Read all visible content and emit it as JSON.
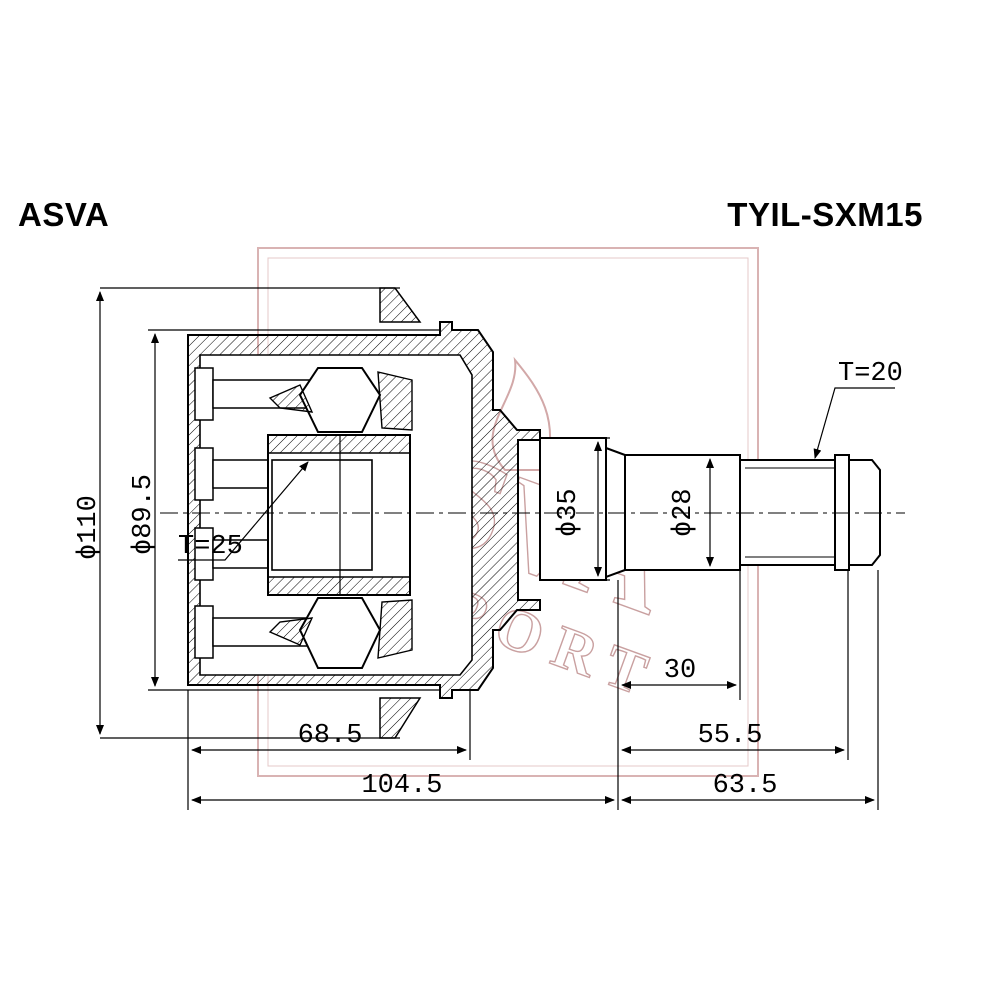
{
  "header": {
    "brand": "ASVA",
    "part_number": "TYIL-SXM15"
  },
  "watermark": {
    "main": "ASVA",
    "sub": "SPORT",
    "color": "#c9a0a0"
  },
  "dimensions": {
    "outer_diameter": "ϕ110",
    "bore_diameter": "ϕ89.5",
    "inner_teeth": "T=25",
    "stem_diameter": "ϕ35",
    "shaft_diameter": "ϕ28",
    "outer_teeth": "T=20",
    "spline_length": "30",
    "shaft_length": "55.5",
    "housing_length": "68.5",
    "body_length": "104.5",
    "stub_length": "63.5"
  }
}
